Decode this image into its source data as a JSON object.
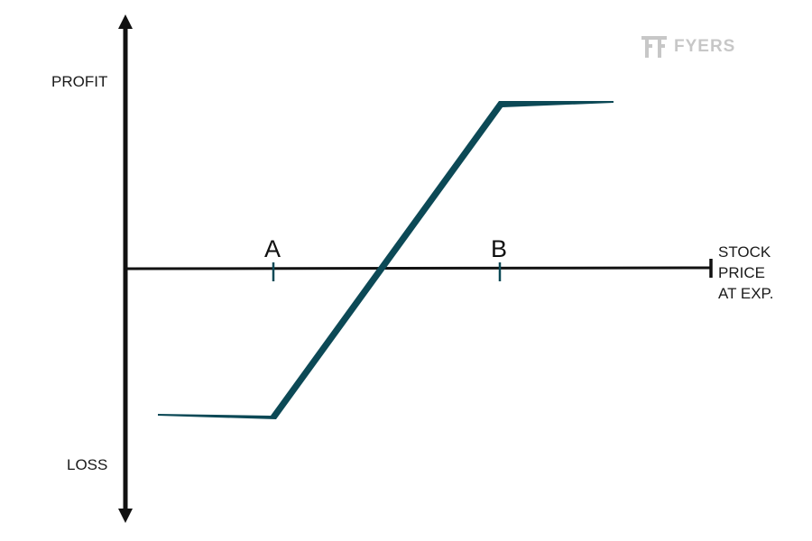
{
  "labels": {
    "y_top": "PROFIT",
    "y_bottom": "LOSS",
    "x_axis_lines": [
      "STOCK",
      "PRICE",
      "AT EXP."
    ],
    "strike_a": "A",
    "strike_b": "B"
  },
  "logo": {
    "text": "FYERS",
    "icon": "fyers-logo-icon"
  },
  "colors": {
    "payoff_line": "#0c4956",
    "axis": "#111111",
    "logo": "#9a9a9a"
  }
}
